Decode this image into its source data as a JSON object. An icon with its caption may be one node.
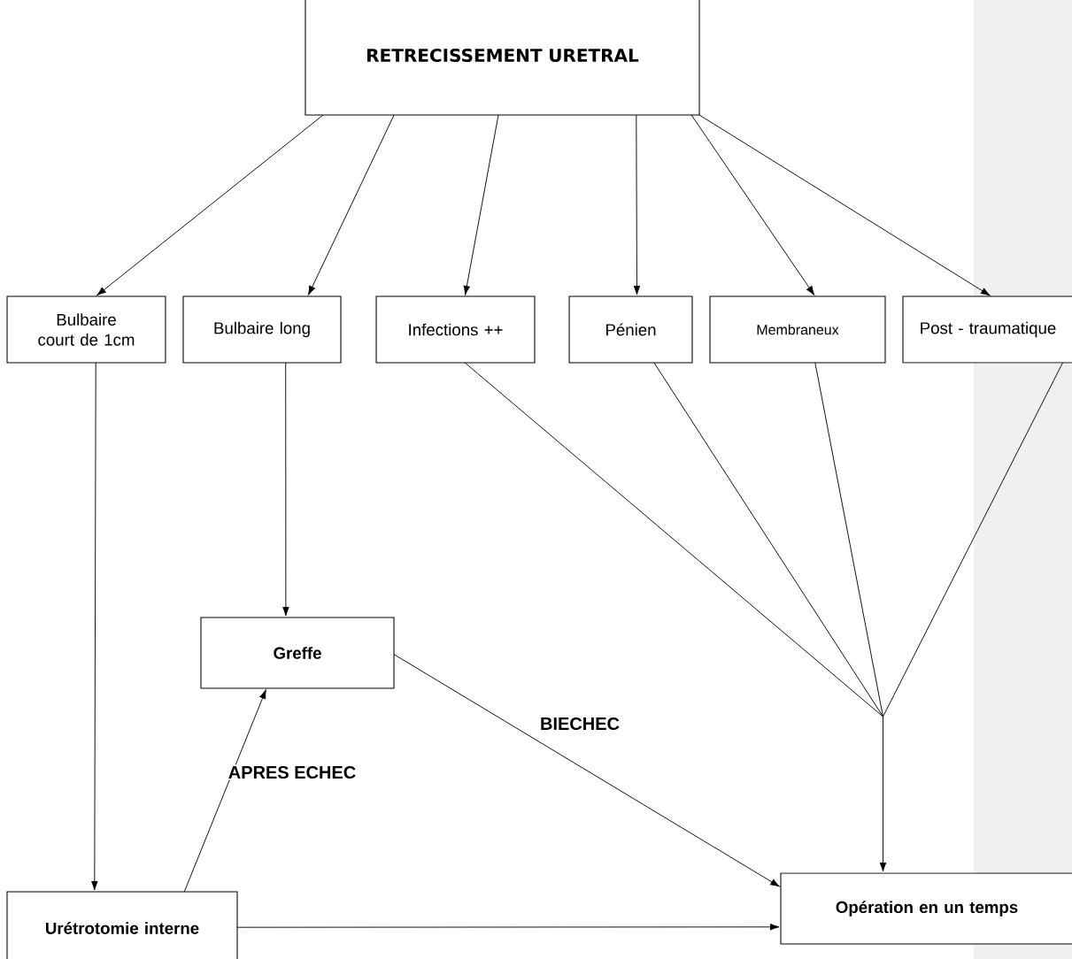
{
  "diagram": {
    "nodes": [
      {
        "text": [
          "RETRECISSEMENT URETRAL"
        ]
      },
      {
        "text": [
          "Bulbaire court de 1cm"
        ]
      },
      {
        "text": [
          "Bulbaire long"
        ]
      },
      {
        "text": [
          "Infections ++"
        ]
      },
      {
        "text": [
          "Pénien"
        ]
      },
      {
        "text": [
          "Membraneux"
        ]
      },
      {
        "text": [
          "Post - traumatique"
        ]
      },
      {
        "text": [
          "Greffe"
        ]
      },
      {
        "text": [
          "Urétrotomie interne"
        ]
      },
      {
        "text": [
          "Opération en un temps"
        ]
      }
    ],
    "edges": [
      {
        "from": 0,
        "to": 1,
        "arrow": "to"
      },
      {
        "from": 0,
        "to": 2,
        "arrow": "to"
      },
      {
        "from": 0,
        "to": 3,
        "arrow": "to"
      },
      {
        "from": 0,
        "to": 4,
        "arrow": "to"
      },
      {
        "from": 0,
        "to": 5,
        "arrow": "to"
      },
      {
        "from": 0,
        "to": 6,
        "arrow": "to"
      },
      {
        "from": 1,
        "to": 8,
        "arrow": "to"
      },
      {
        "from": 2,
        "to": 7,
        "arrow": "to"
      },
      {
        "from": 8,
        "to": 7,
        "arrow": "to",
        "label": "APRES ECHEC"
      },
      {
        "from": 7,
        "to": 9,
        "arrow": "to",
        "label": "BIECHEC"
      },
      {
        "from": 8,
        "to": 9,
        "arrow": "to"
      },
      {
        "from": 3,
        "to": 9,
        "arrow": "to"
      },
      {
        "from": 4,
        "to": 9,
        "arrow": "to"
      },
      {
        "from": 5,
        "to": 9,
        "arrow": "to"
      },
      {
        "from": 6,
        "to": 9,
        "arrow": "to"
      }
    ]
  }
}
